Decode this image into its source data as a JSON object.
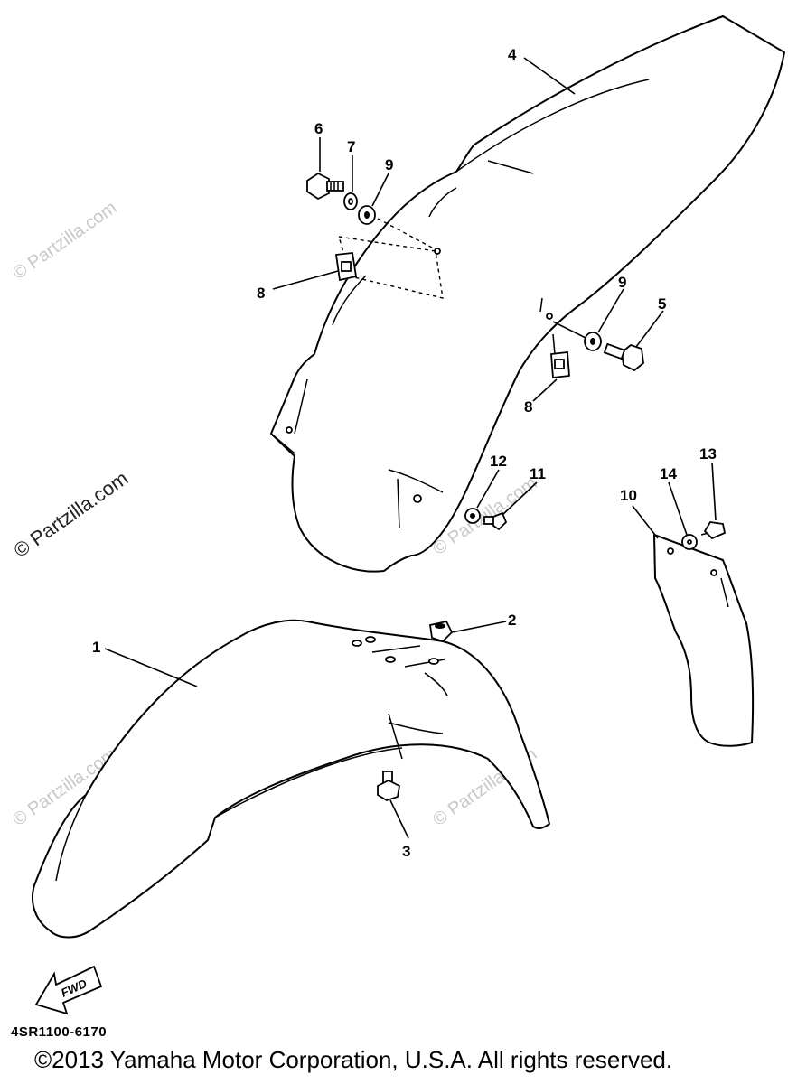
{
  "diagram": {
    "callouts": {
      "c1": "1",
      "c2": "2",
      "c3": "3",
      "c4": "4",
      "c5": "5",
      "c6": "6",
      "c7": "7",
      "c8a": "8",
      "c8b": "8",
      "c9a": "9",
      "c9b": "9",
      "c10": "10",
      "c11": "11",
      "c12": "12",
      "c13": "13",
      "c14": "14"
    },
    "fwd_label": "FWD",
    "watermark": "© Partzilla.com",
    "code": "4SR1100-6170",
    "copyright": "©2013  Yamaha Motor Corporation, U.S.A. All rights reserved."
  }
}
